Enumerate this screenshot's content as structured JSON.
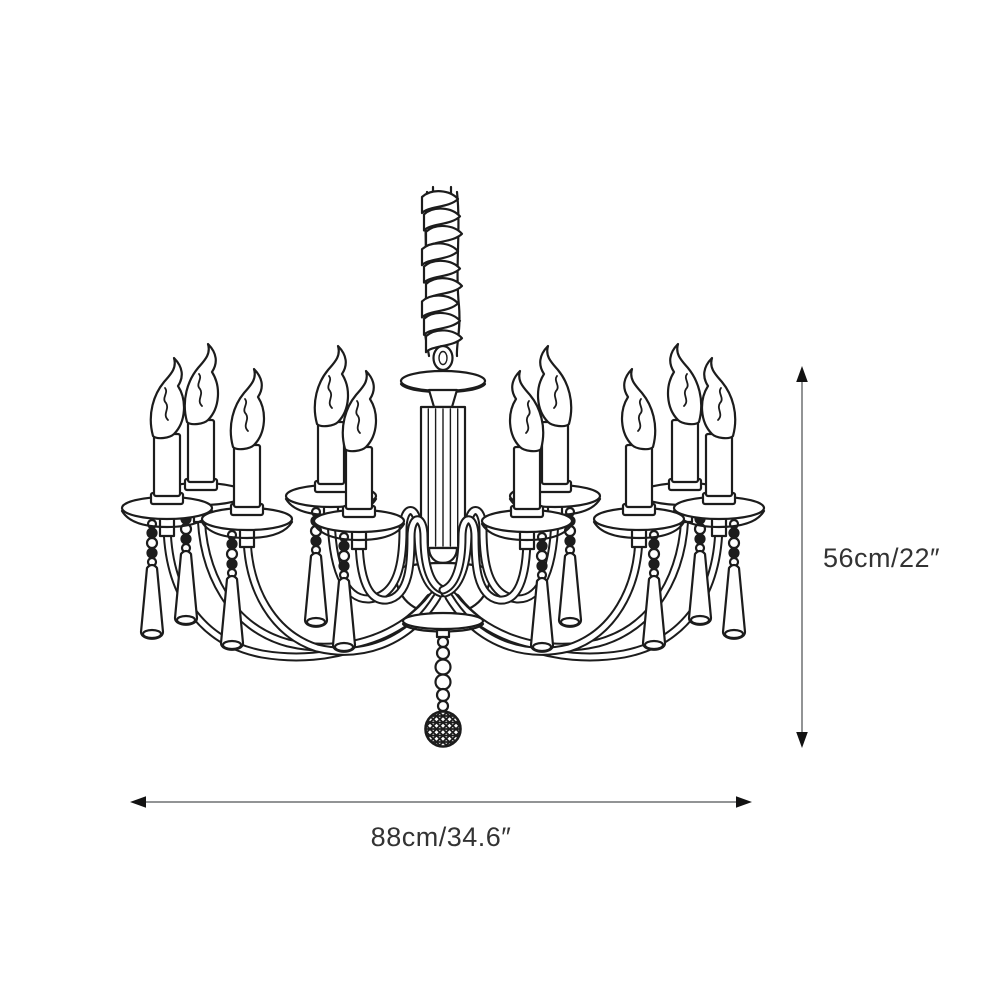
{
  "page": {
    "background": "#ffffff"
  },
  "diagram": {
    "type": "product-dimension-diagram",
    "subject": "crystal candle chandelier",
    "arm_count": 10,
    "line_color": "#1c1c1c",
    "dimension_line_color": "#6f7072",
    "arrow_color": "#121212",
    "text_color": "#333333",
    "height_dimension": {
      "label": "56cm/22″"
    },
    "width_dimension": {
      "label": "88cm/34.6″"
    }
  }
}
